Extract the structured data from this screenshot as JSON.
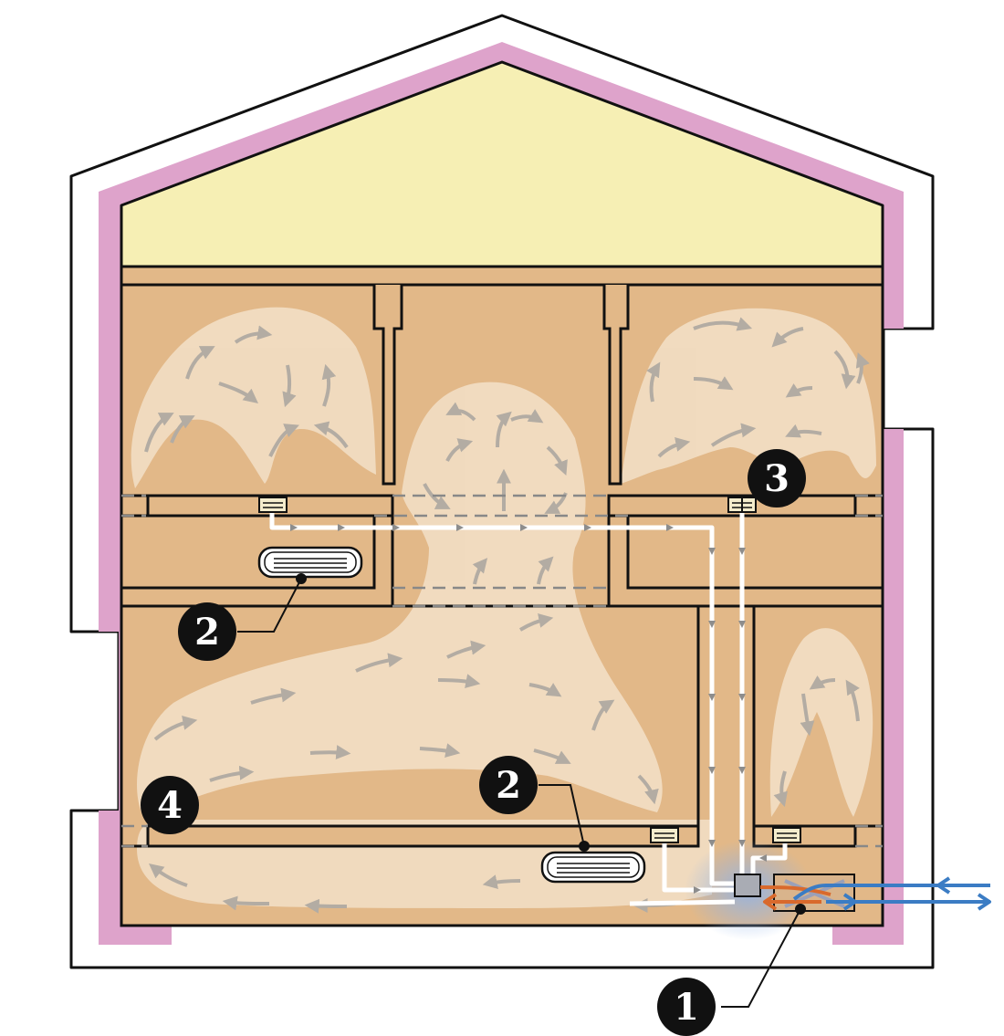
{
  "colors": {
    "outline": "#111111",
    "outer_shell": "#ffffff",
    "insulation": "#dea3cb",
    "attic": "#f6efb4",
    "interior": "#e2b888",
    "airflow_cloud": "#f3dfc6",
    "airflow_arrow": "#b3aca3",
    "duct": "#ffffff",
    "warm_air": "#d9692c",
    "fresh_air": "#3b7cc4",
    "glow": "#8fb3e8",
    "callout_fill": "#111111",
    "callout_text": "#ffffff"
  },
  "callouts": [
    {
      "label": "1",
      "target": "heat-exchanger-unit"
    },
    {
      "label": "2",
      "target": "upper-air-conditioner"
    },
    {
      "label": "2",
      "target": "lower-air-conditioner"
    },
    {
      "label": "3",
      "target": "upper-right-ceiling-vent"
    },
    {
      "label": "4",
      "target": "lower-floor-level"
    }
  ],
  "icons": {
    "unit": "heat-exchanger-icon",
    "ac": "air-conditioner-icon",
    "vent": "ceiling-vent-icon"
  }
}
